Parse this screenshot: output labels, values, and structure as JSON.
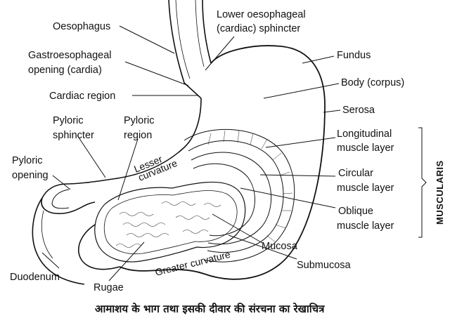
{
  "labels": {
    "oesophagus": "Oesophagus",
    "lower_sphincter_1": "Lower oesophageal",
    "lower_sphincter_2": "(cardiac) sphincter",
    "gastro_1": "Gastroesophageal",
    "gastro_2": "opening (cardia)",
    "fundus": "Fundus",
    "body": "Body (corpus)",
    "cardiac_region": "Cardiac region",
    "serosa": "Serosa",
    "pyloric_sphincter_1": "Pyloric",
    "pyloric_sphincter_2": "sphincter",
    "pyloric_region_1": "Pyloric",
    "pyloric_region_2": "region",
    "pyloric_opening_1": "Pyloric",
    "pyloric_opening_2": "opening",
    "longitudinal_1": "Longitudinal",
    "longitudinal_2": "muscle layer",
    "circular_1": "Circular",
    "circular_2": "muscle layer",
    "oblique_1": "Oblique",
    "oblique_2": "muscle layer",
    "mucosa": "Mucosa",
    "submucosa": "Submucosa",
    "duodenum": "Duodenum",
    "rugae": "Rugae",
    "lesser_curvature_1": "Lesser",
    "lesser_curvature_2": "curvature",
    "greater_curvature": "Greater curvature",
    "muscularis": "MUSCULARIS"
  },
  "caption": "आमाशय के भाग तथा इसकी दीवार की संरचना का रेखाचित्र"
}
